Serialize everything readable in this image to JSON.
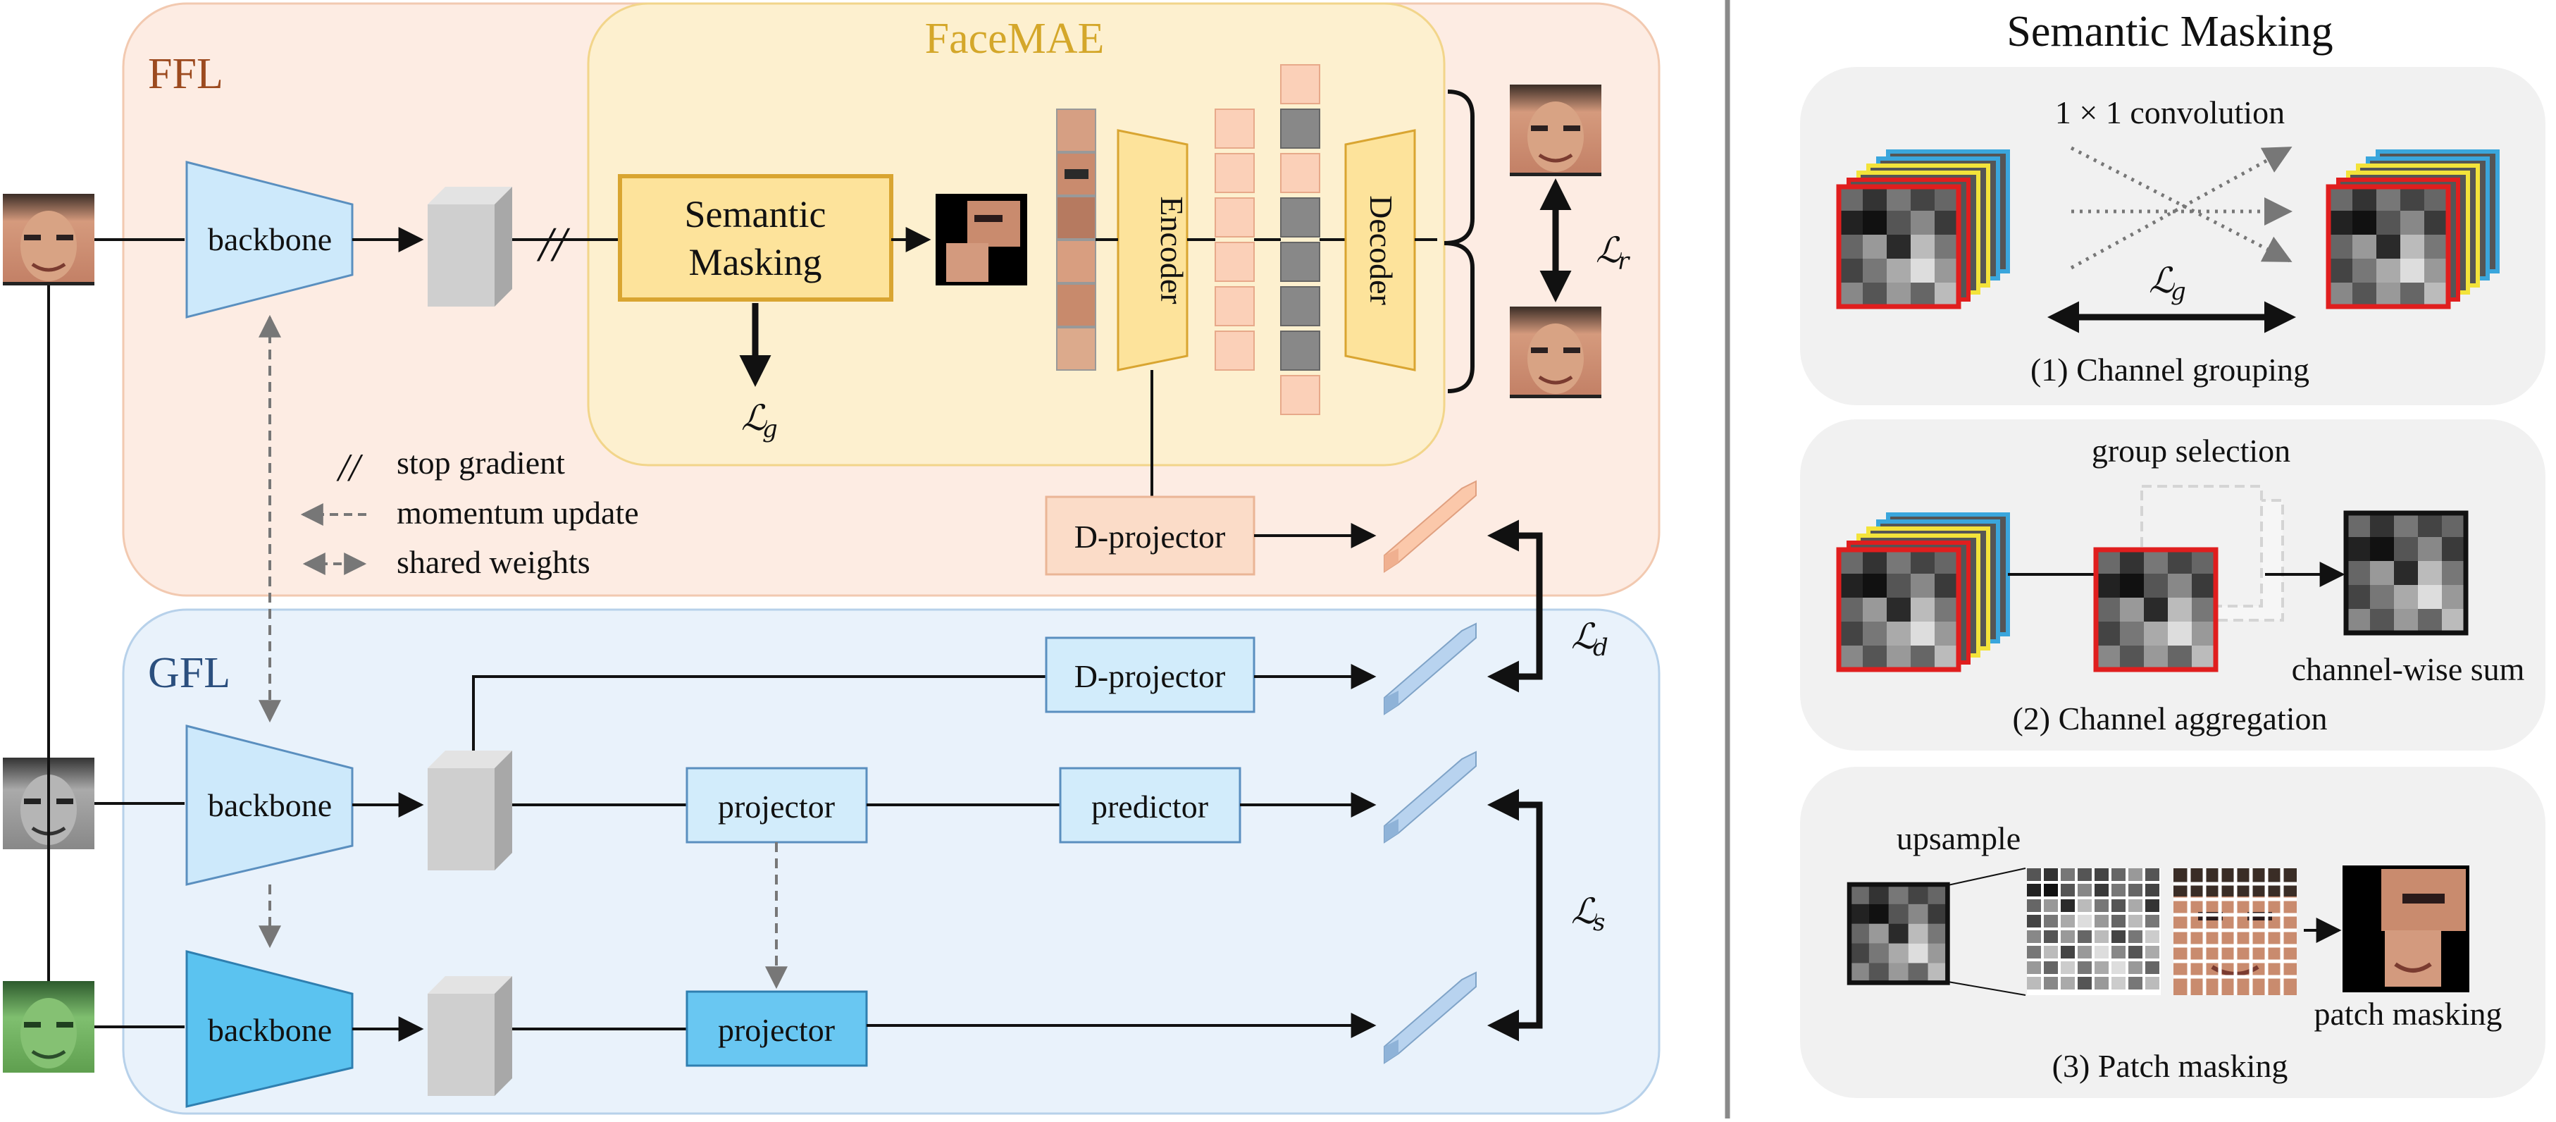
{
  "colors": {
    "ffl_bg": "#fdece3",
    "gfl_bg": "#e9f2fb",
    "facemae_bg": "#fdf0cf",
    "masking_box": "#fde39b",
    "masking_border": "#d9a531",
    "encoder_fill": "#fde39b",
    "token_fill": "#fbd0b8",
    "token_masked": "#888888",
    "dproj_fill": "#fbdcc8",
    "backbone_light": "#cde9fb",
    "backbone_dark": "#5bc3f0",
    "proj_light": "#d2ecfb",
    "proj_dark": "#69c7f2",
    "right_card_bg": "#f1f1f1",
    "channel_red": "#e01e1e",
    "channel_yellow": "#f3e33a",
    "channel_blue": "#3aa6dc"
  },
  "main": {
    "ffl_label": "FFL",
    "gfl_label": "GFL",
    "facemae_label": "FaceMAE",
    "backbone_label": "backbone",
    "semantic_masking_line1": "Semantic",
    "semantic_masking_line2": "Masking",
    "encoder_label": "Encoder",
    "decoder_label": "Decoder",
    "dprojector_label": "D-projector",
    "projector_label": "projector",
    "predictor_label": "predictor",
    "stop_gradient_mark": "//",
    "loss_g": "ℒ",
    "loss_g_sub": "g",
    "loss_r": "ℒ",
    "loss_r_sub": "r",
    "loss_d": "ℒ",
    "loss_d_sub": "d",
    "loss_s": "ℒ",
    "loss_s_sub": "s",
    "legend": [
      {
        "icon": "//",
        "label": "stop gradient"
      },
      {
        "icon": "dashed-arrow",
        "label": "momentum update"
      },
      {
        "icon": "dashed-double-arrow",
        "label": "shared weights"
      }
    ]
  },
  "right": {
    "title": "Semantic Masking",
    "card1_caption": "(1) Channel grouping",
    "card1_conv_label": "1 × 1 convolution",
    "card1_loss": "ℒ",
    "card1_loss_sub": "g",
    "card2_caption": "(2) Channel aggregation",
    "card2_group_selection": "group selection",
    "card2_sum_label": "channel-wise sum",
    "card3_caption": "(3) Patch masking",
    "card3_upsample": "upsample",
    "card3_patch_masking": "patch masking"
  }
}
